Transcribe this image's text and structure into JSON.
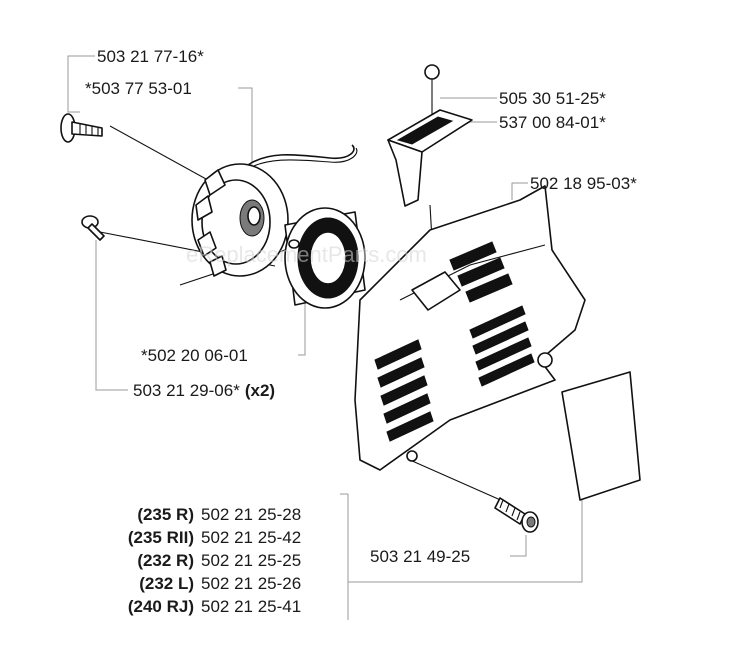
{
  "watermark": "eReplacementParts.com",
  "callouts": {
    "bolt_top": "503 21 77-16*",
    "pulley": "*503 77 53-01",
    "handle_pin": "505 30 51-25*",
    "handle": "537 00 84-01*",
    "cover": "502 18 95-03*",
    "spring": "*502 20 06-01",
    "screw_pair_num": "503 21 29-06*",
    "screw_pair_qty": "(x2)",
    "screw_bottom": "503 21 49-25"
  },
  "models": [
    {
      "model": "(235 R)",
      "part": "502 21 25-28"
    },
    {
      "model": "(235 RII)",
      "part": "502 21 25-42"
    },
    {
      "model": "(232 R)",
      "part": "502 21 25-25"
    },
    {
      "model": "(232 L)",
      "part": "502 21 25-26"
    },
    {
      "model": "(240 RJ)",
      "part": "502 21 25-41"
    }
  ]
}
